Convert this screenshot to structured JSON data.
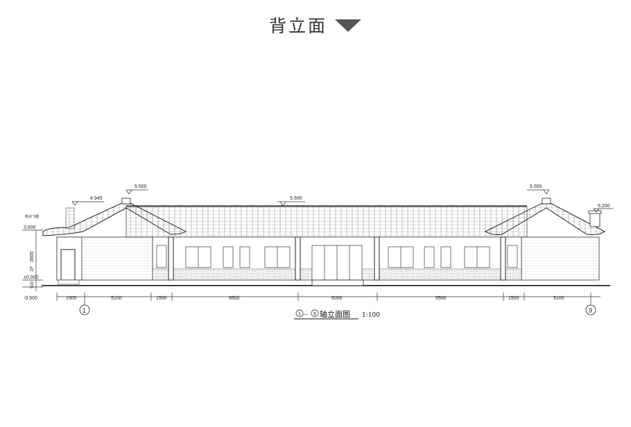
{
  "page": {
    "title": "背立面"
  },
  "drawing": {
    "caption": {
      "circle_start": "1",
      "dash": "—",
      "circle_end": "9",
      "title": "轴立面图",
      "scale": "1:100"
    },
    "elevations": {
      "left_mid": "4.945",
      "left_peak": "5.500",
      "center_ridge": "5.500",
      "right_peak": "5.500",
      "right_chimney": "5.200",
      "eave": "3.600",
      "ground": "±0.000",
      "below": "-0.500"
    },
    "vertical_labels": {
      "floor": "1F",
      "height": "3600",
      "plinth": "500"
    },
    "left_note": "高点飞檐",
    "dimensions": [
      "1900",
      "5100",
      "1500",
      "9500",
      "6000",
      "9500",
      "1500",
      "5100"
    ],
    "axes": [
      "1",
      "9"
    ]
  }
}
